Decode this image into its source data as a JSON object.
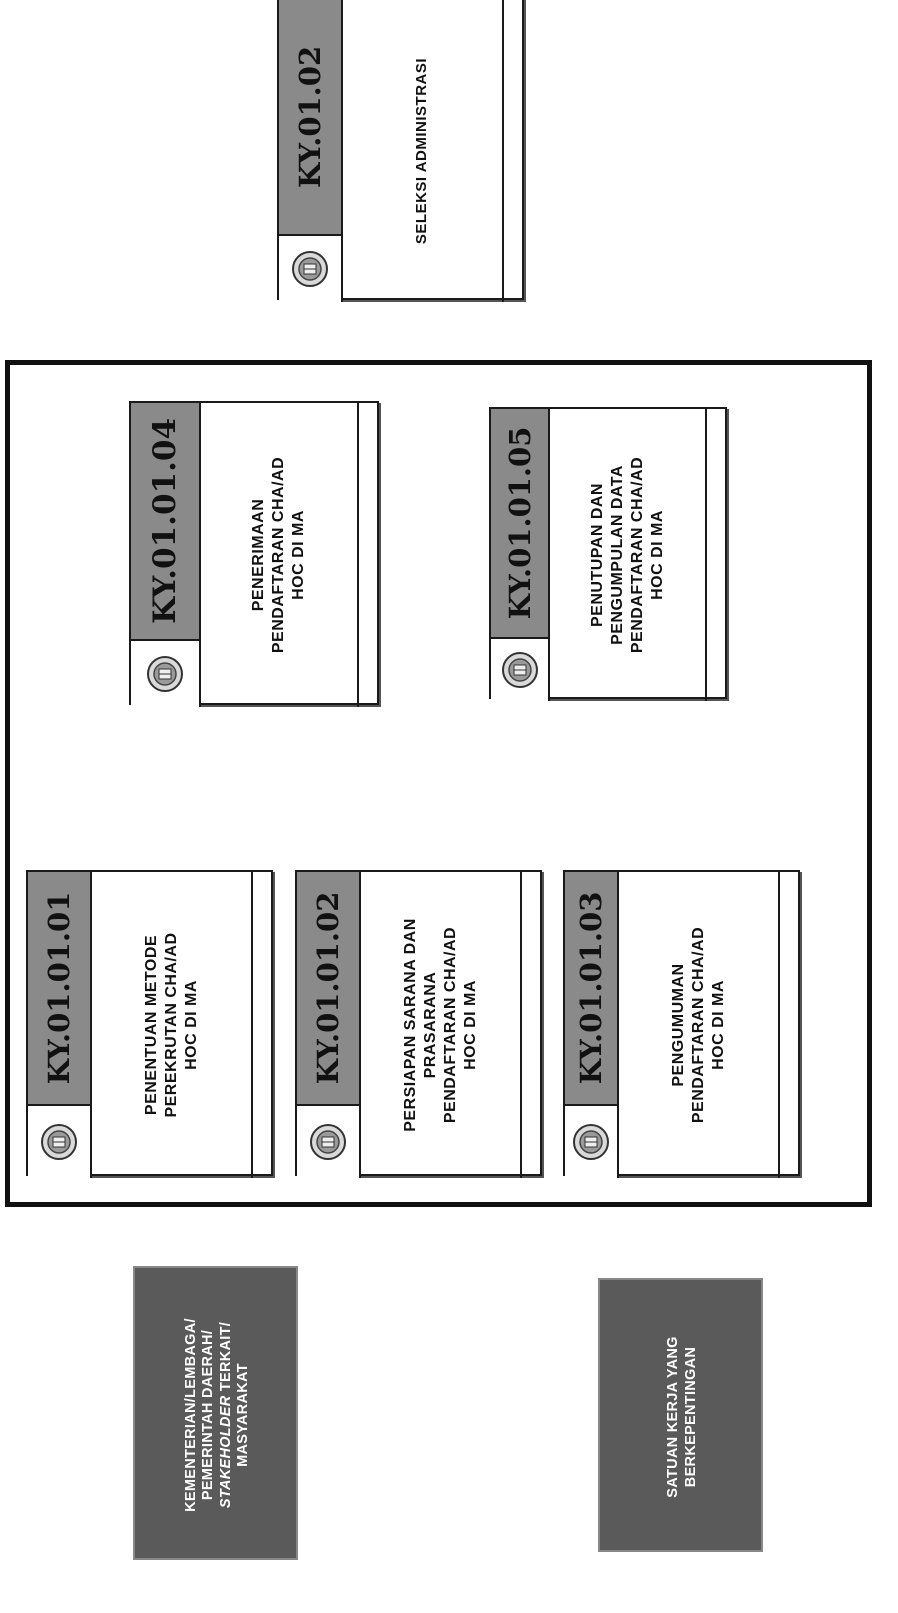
{
  "top_card": {
    "code": "KY.01.02",
    "title": "SELEKSI ADMINISTRASI"
  },
  "activities": [
    {
      "id": "ky-01-01-01",
      "code": "KY.01.01.01",
      "title": "PENENTUAN METODE\nPEREKRUTAN CHA/AD\nHOC DI MA"
    },
    {
      "id": "ky-01-01-02",
      "code": "KY.01.01.02",
      "title": "PERSIAPAN SARANA DAN\nPRASARANA\nPENDAFTARAN CHA/AD\nHOC DI MA"
    },
    {
      "id": "ky-01-01-03",
      "code": "KY.01.01.03",
      "title": "PENGUMUMAN\nPENDAFTARAN CHA/AD\nHOC DI MA"
    },
    {
      "id": "ky-01-01-04",
      "code": "KY.01.01.04",
      "title": "PENERIMAAN\nPENDAFTARAN CHA/AD\nHOC DI MA"
    },
    {
      "id": "ky-01-01-05",
      "code": "KY.01.01.05",
      "title": "PENUTUPAN DAN\nPENGUMPULAN DATA\nPENDAFTARAN CHA/AD\nHOC DI MA"
    }
  ],
  "stakeholders": {
    "external": {
      "line1": "KEMENTERIAN/LEMBAGA/",
      "line2": "PEMERINTAH DAERAH/",
      "line3_italic": "STAKEHOLDER",
      "line3_rest": " TERKAIT/",
      "line4": "MASYARAKAT"
    },
    "internal": {
      "line1": "SATUAN KERJA YANG",
      "line2": "BERKEPENTINGAN"
    }
  }
}
